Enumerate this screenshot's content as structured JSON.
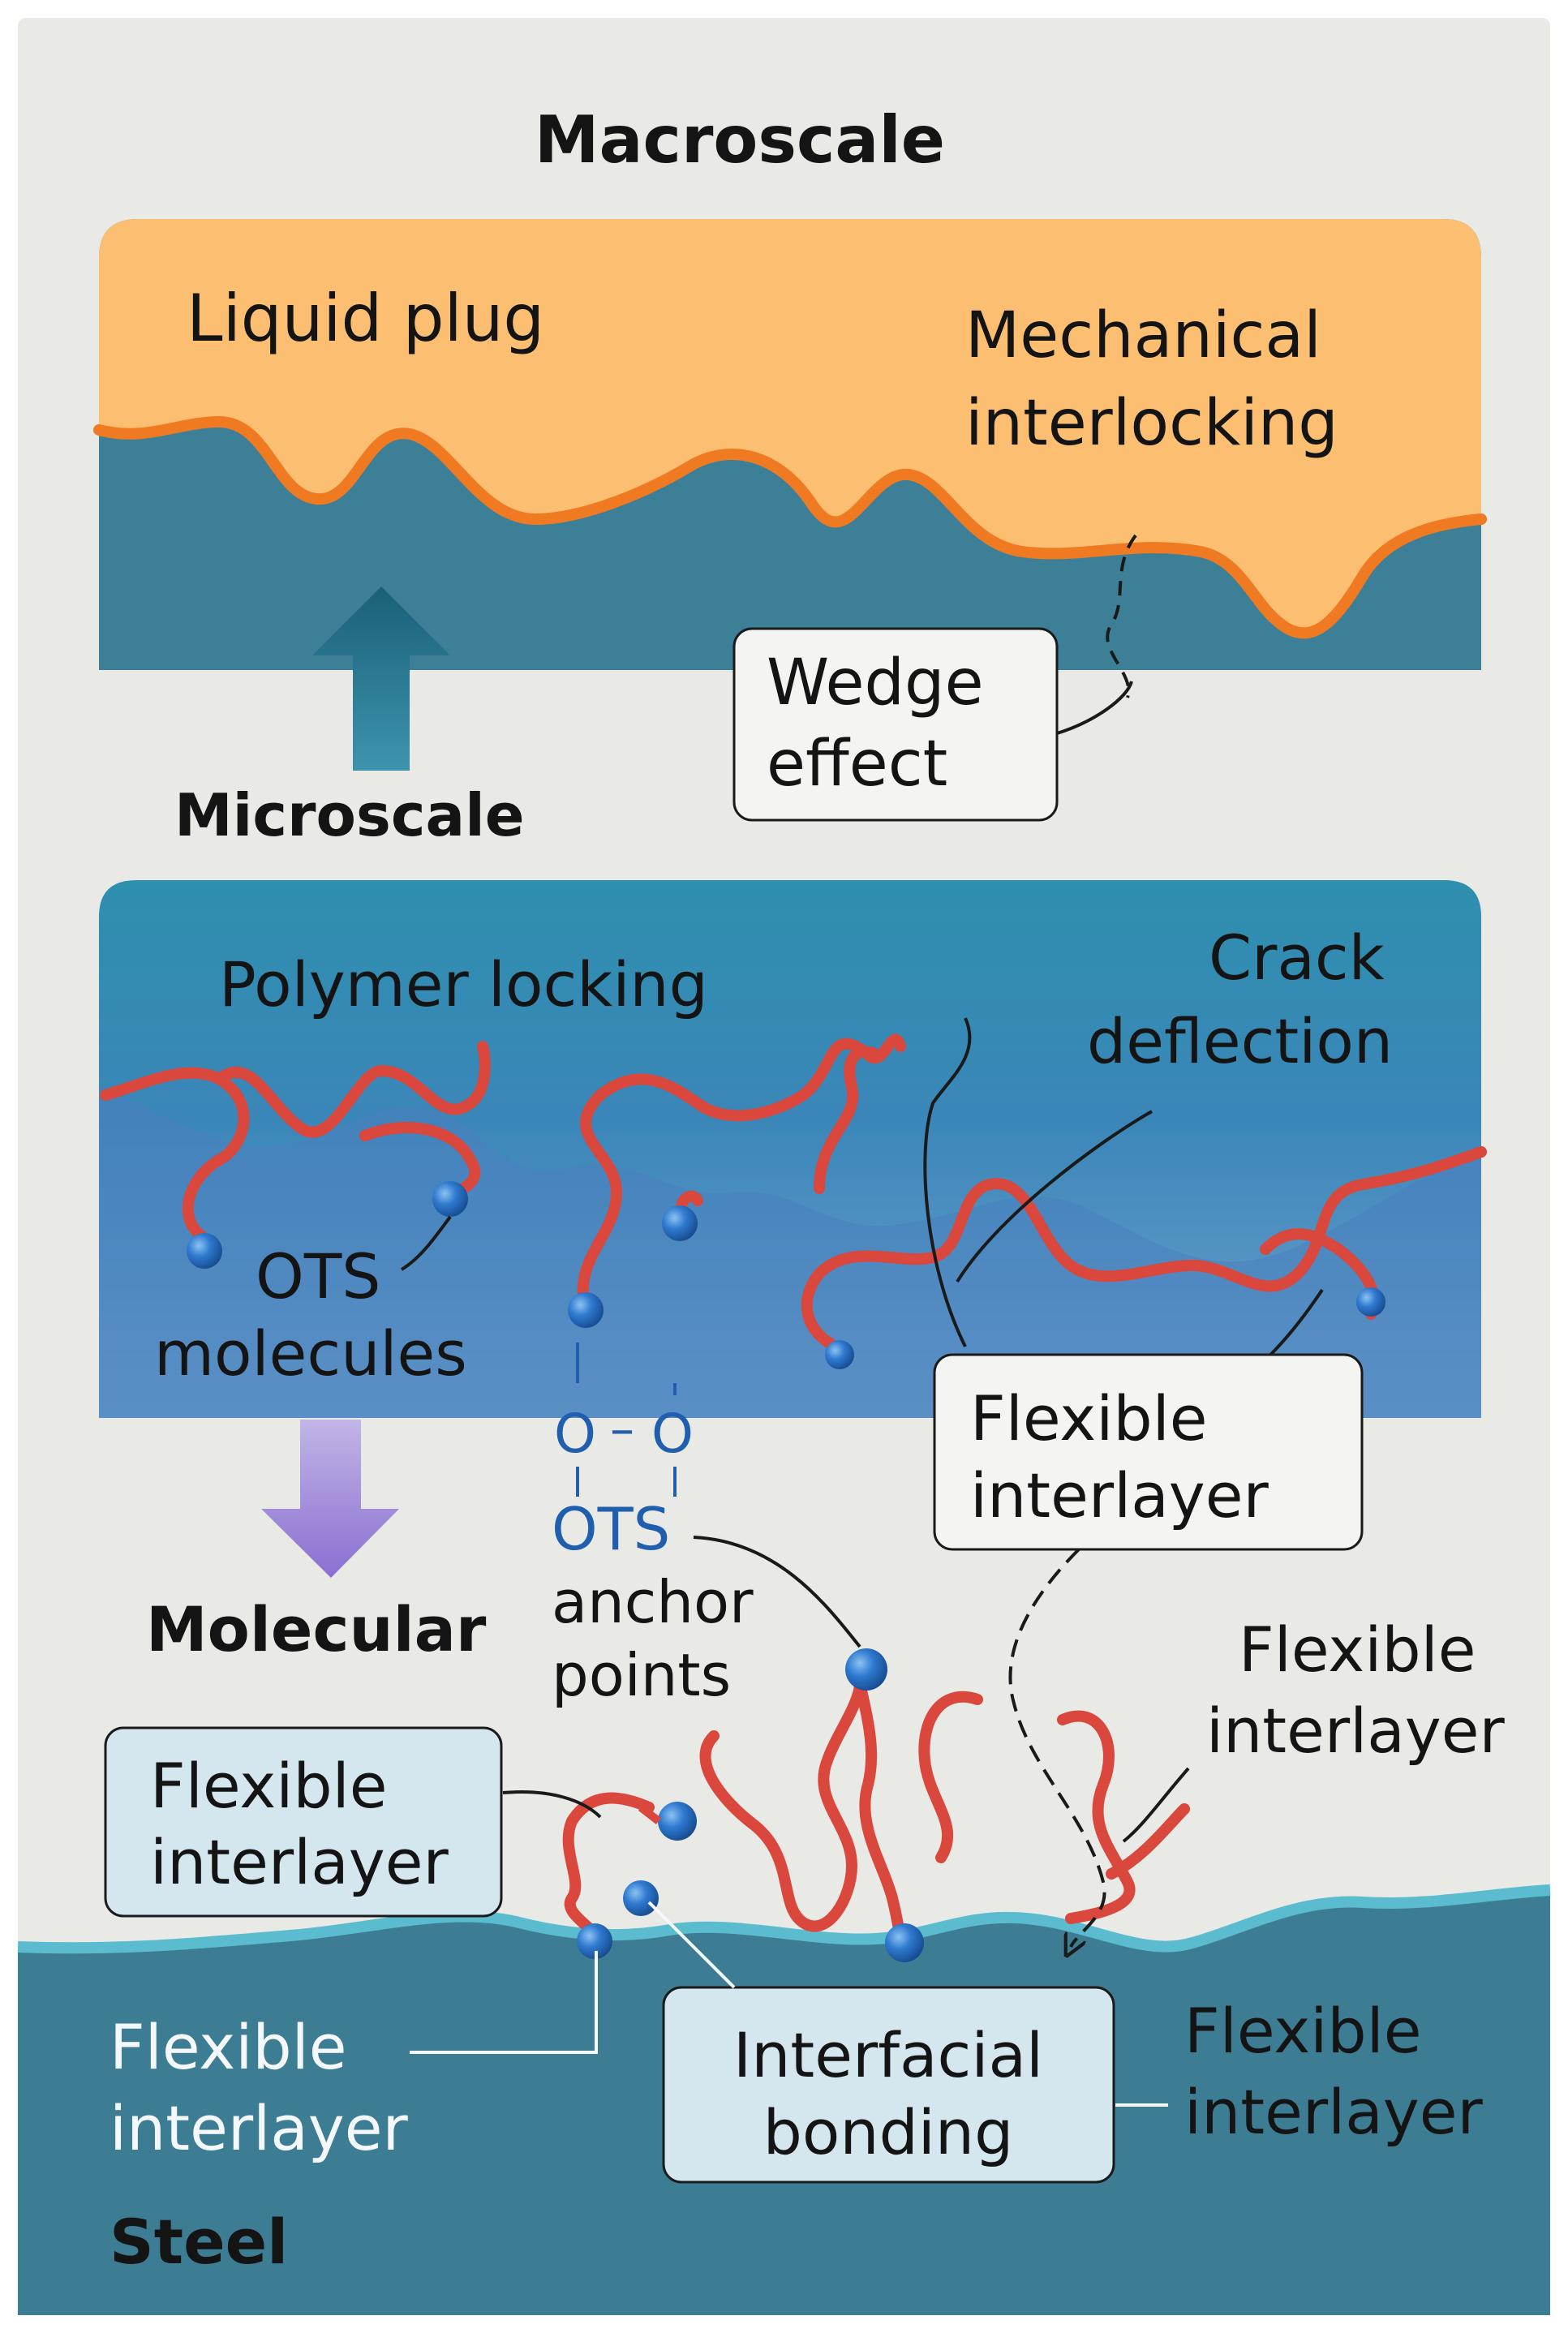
{
  "colors": {
    "background": "#e9e9e6",
    "plug": "#fcbf72",
    "plug_line": "#ef7a22",
    "teal_dark": "#3d7f96",
    "micro_top": "#2e8eae",
    "micro_bottom": "#6a9ec9",
    "steel": "#3d7d93",
    "steel_edge": "#5bbcd0",
    "polymer": "#d9473d",
    "bead": "#2f7ad0",
    "arrow_up": "#1d6f86",
    "arrow_down": "#9e84d6",
    "callout_bg": "#f4f4f2",
    "callout_blue_bg": "#d4e6ee"
  },
  "sections": {
    "macroscale": "Macroscale",
    "microscale": "Microscale",
    "molecular": "Molecular",
    "steel": "Steel"
  },
  "macro": {
    "liquid_plug": "Liquid plug",
    "mech_interlocking_1": "Mechanical",
    "mech_interlocking_2": "interlocking",
    "wedge_1": "Wedge",
    "wedge_2": "effect"
  },
  "micro": {
    "polymer_locking": "Polymer locking",
    "crack_1": "Crack",
    "crack_2": "deflection",
    "ots_1": "OTS",
    "ots_2": "molecules",
    "flexible_1": "Flexible",
    "flexible_2": "interlayer"
  },
  "molecular": {
    "o_left": "O",
    "o_right": "O",
    "bond": "–",
    "ots_anchor_1": "OTS",
    "ots_anchor_2": "anchor",
    "ots_anchor_3": "points",
    "flex_right_1": "Flexible",
    "flex_right_2": "interlayer",
    "flex_box_1": "Flexible",
    "flex_box_2": "interlayer",
    "flex_steel_left_1": "Flexible",
    "flex_steel_left_2": "interlayer",
    "flex_steel_right_1": "Flexible",
    "flex_steel_right_2": "interlayer",
    "interfacial_1": "Interfacial",
    "interfacial_2": "bonding"
  }
}
